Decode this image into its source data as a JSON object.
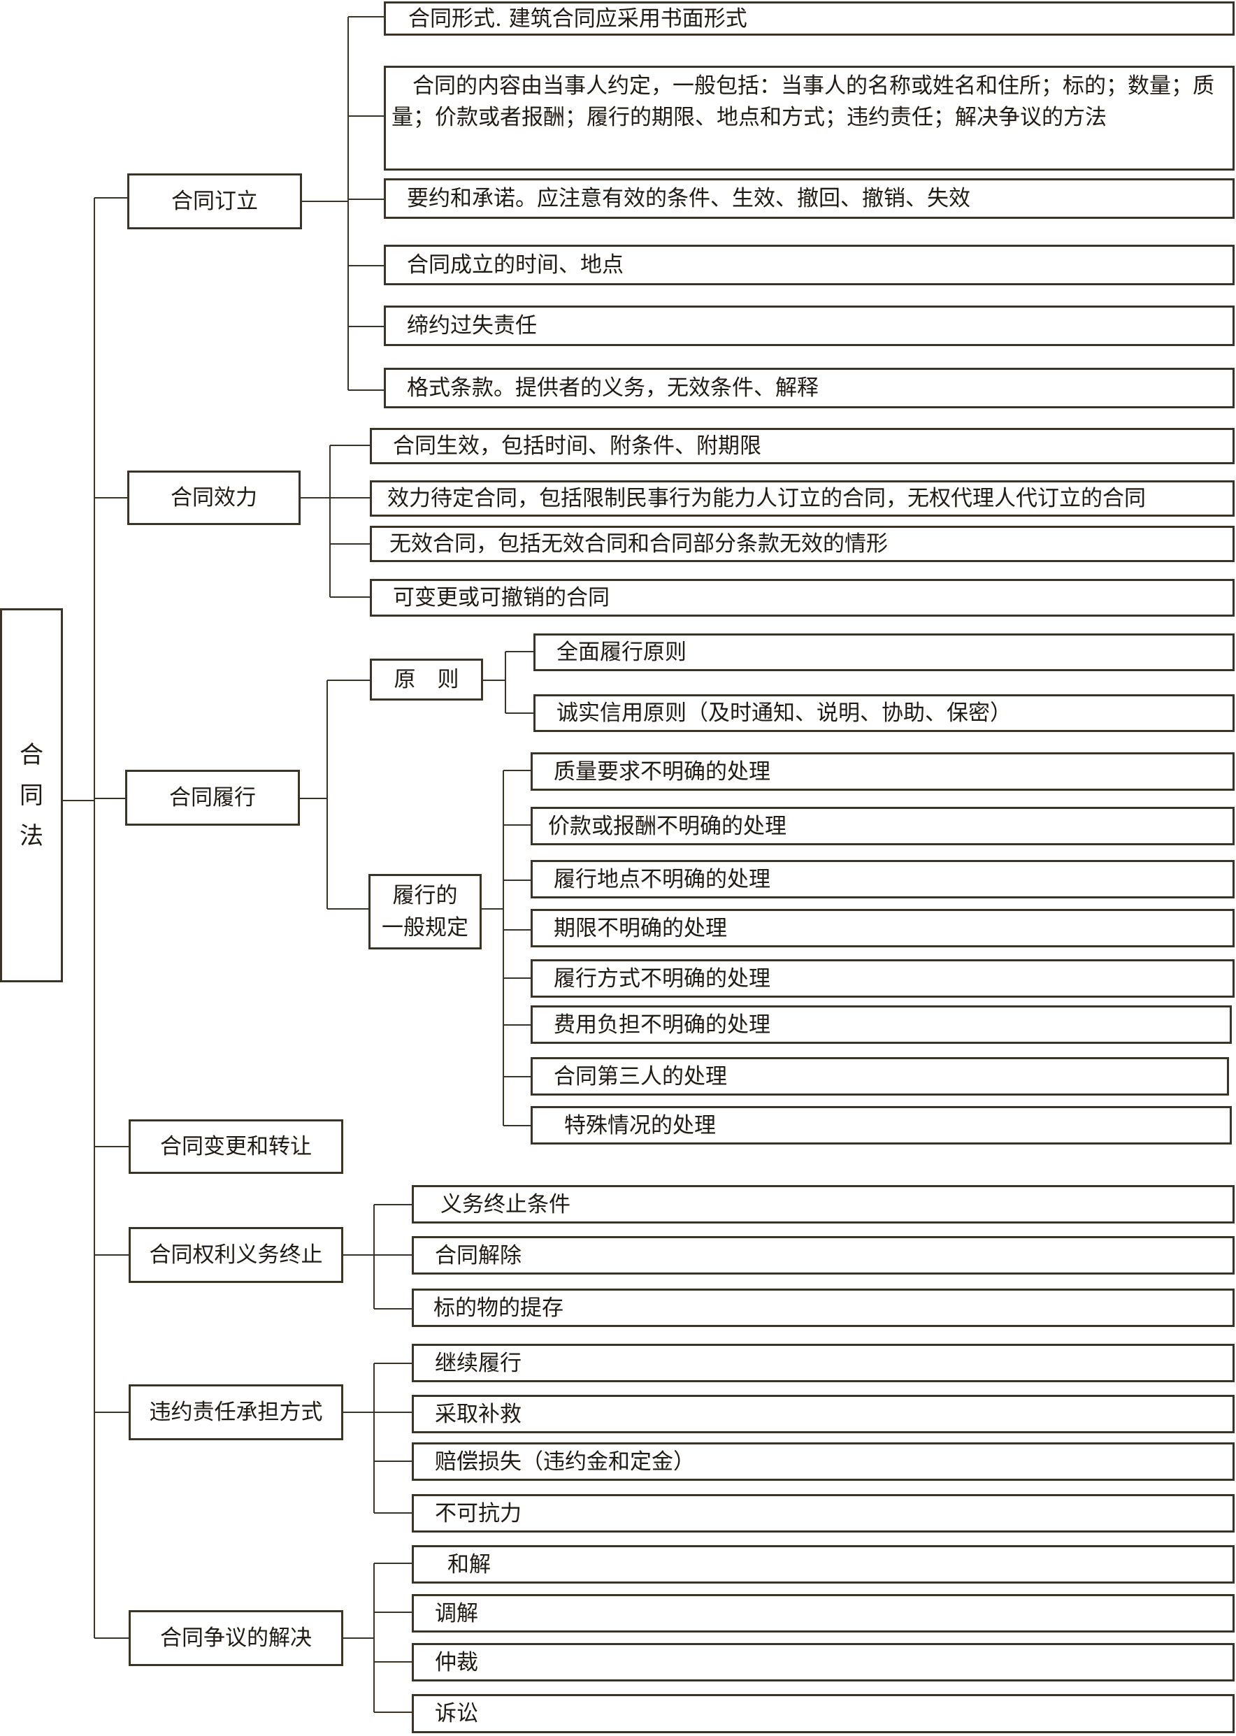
{
  "root": {
    "chars": [
      "合",
      "同",
      "法"
    ]
  },
  "branches": [
    {
      "label": "合同订立",
      "children": [
        "合同形式. 建筑合同应采用书面形式",
        "合同的内容由当事人约定，一般包括：当事人的名称或姓名和住所；标的；数量；质量；价款或者报酬；履行的期限、地点和方式；违约责任；解决争议的方法",
        "要约和承诺。应注意有效的条件、生效、撤回、撤销、失效",
        "合同成立的时间、地点",
        "缔约过失责任",
        "格式条款。提供者的义务，无效条件、解释"
      ]
    },
    {
      "label": "合同效力",
      "children": [
        "合同生效，包括时间、附条件、附期限",
        "效力待定合同，包括限制民事行为能力人订立的合同，无权代理人代订立的合同",
        "无效合同，包括无效合同和合同部分条款无效的情形",
        "可变更或可撤销的合同"
      ]
    },
    {
      "label": "合同履行",
      "subgroups": [
        {
          "label": "原　则",
          "children": [
            "全面履行原则",
            "诚实信用原则（及时通知、说明、协助、保密）"
          ]
        },
        {
          "label": "履行的\n一般规定",
          "children": [
            "质量要求不明确的处理",
            "价款或报酬不明确的处理",
            "履行地点不明确的处理",
            "期限不明确的处理",
            "履行方式不明确的处理",
            "费用负担不明确的处理",
            "合同第三人的处理",
            "特殊情况的处理"
          ]
        }
      ]
    },
    {
      "label": "合同变更和转让",
      "children": []
    },
    {
      "label": "合同权利义务终止",
      "children": [
        "义务终止条件",
        "合同解除",
        "标的物的提存"
      ]
    },
    {
      "label": "违约责任承担方式",
      "children": [
        "继续履行",
        "采取补救",
        "赔偿损失（违约金和定金）",
        "不可抗力"
      ]
    },
    {
      "label": "合同争议的解决",
      "children": [
        "和解",
        "调解",
        "仲裁",
        "诉讼"
      ]
    }
  ]
}
